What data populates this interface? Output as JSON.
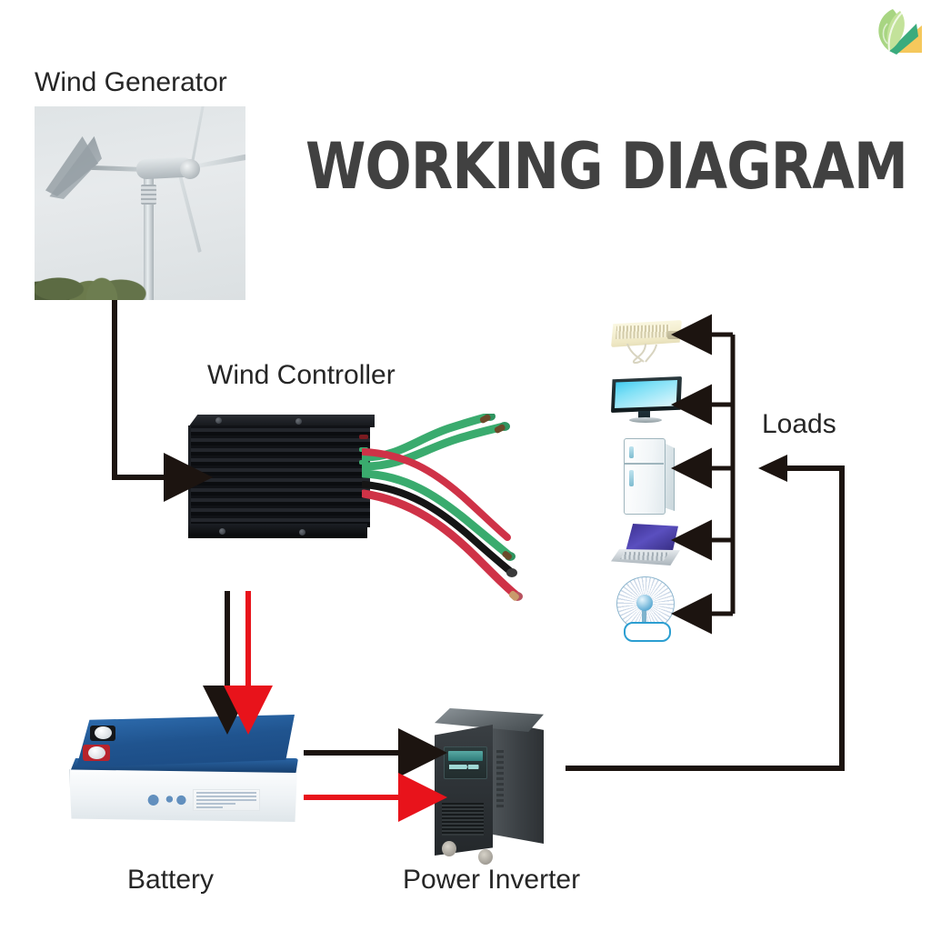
{
  "title": "WORKING DIAGRAM",
  "background_color": "#ffffff",
  "title_color": "#414141",
  "label_color": "#262626",
  "brand": {
    "logo_icon": "leaf-book-logo",
    "green_light": "#a8d582",
    "green_mid": "#8cc63f",
    "green_dark": "#3aab7d",
    "yellow": "#f5c85c"
  },
  "labels": {
    "wind_generator": "Wind Generator",
    "wind_controller": "Wind Controller",
    "battery": "Battery",
    "power_inverter": "Power Inverter",
    "loads": "Loads"
  },
  "nodes": [
    {
      "id": "wind-generator",
      "label": "Wind Generator",
      "icon": "wind-turbine-photo"
    },
    {
      "id": "wind-controller",
      "label": "Wind Controller",
      "icon": "wind-controller-photo"
    },
    {
      "id": "battery",
      "label": "Battery",
      "icon": "battery-photo"
    },
    {
      "id": "power-inverter",
      "label": "Power Inverter",
      "icon": "inverter-photo"
    }
  ],
  "loads": [
    {
      "id": "air-conditioner",
      "icon": "air-conditioner-icon"
    },
    {
      "id": "monitor",
      "icon": "monitor-icon"
    },
    {
      "id": "refrigerator",
      "icon": "refrigerator-icon"
    },
    {
      "id": "laptop",
      "icon": "laptop-icon"
    },
    {
      "id": "fan",
      "icon": "fan-icon"
    }
  ],
  "connections": [
    {
      "id": "generator-to-controller",
      "from": "wind-generator",
      "to": "wind-controller",
      "color": "#1c1410"
    },
    {
      "id": "controller-to-battery-negative",
      "from": "wind-controller",
      "to": "battery",
      "color": "#1c1410"
    },
    {
      "id": "controller-to-battery-positive",
      "from": "wind-controller",
      "to": "battery",
      "color": "#e8131b"
    },
    {
      "id": "battery-to-inverter-negative",
      "from": "battery",
      "to": "power-inverter",
      "color": "#1c1410"
    },
    {
      "id": "battery-to-inverter-positive",
      "from": "battery",
      "to": "power-inverter",
      "color": "#e8131b"
    },
    {
      "id": "inverter-to-loads",
      "from": "power-inverter",
      "to": "loads",
      "color": "#1c1410"
    }
  ],
  "wire_colors": {
    "black": "#1c1410",
    "red": "#e8131b",
    "green": "#3aab6e",
    "crimson": "#cf3247"
  }
}
